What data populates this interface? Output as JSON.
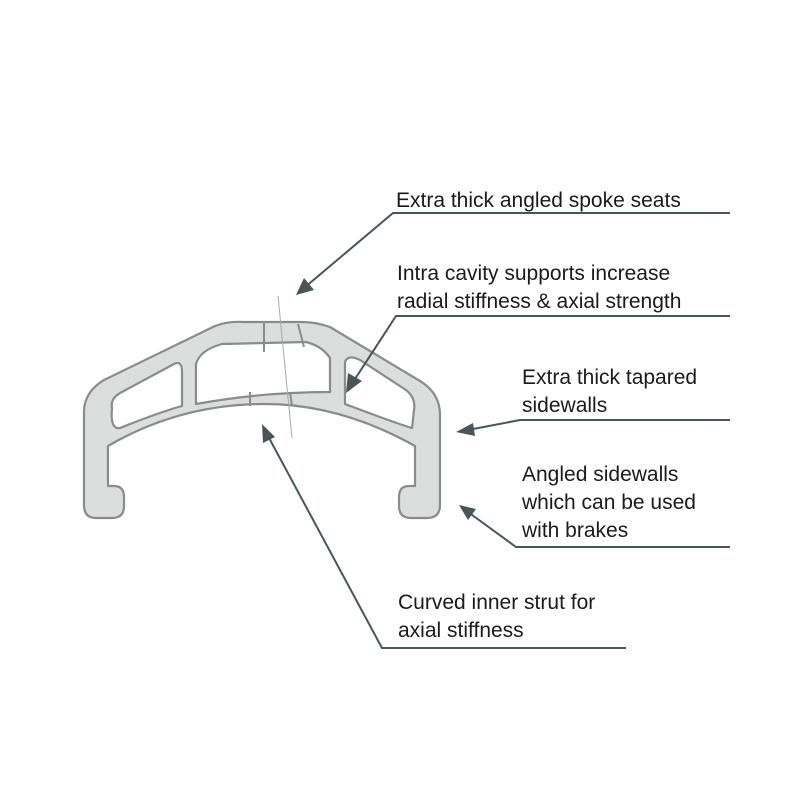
{
  "callouts": [
    {
      "id": "spoke-seats",
      "lines": [
        "Extra thick angled spoke seats"
      ]
    },
    {
      "id": "cavity-supports",
      "lines": [
        "Intra cavity supports increase",
        "radial stiffness & axial strength"
      ]
    },
    {
      "id": "tapered-sidewalls",
      "lines": [
        "Extra thick tapared",
        "sidewalls"
      ]
    },
    {
      "id": "angled-sidewalls",
      "lines": [
        "Angled sidewalls",
        "which can be used",
        "with brakes"
      ]
    },
    {
      "id": "inner-strut",
      "lines": [
        "Curved inner strut for",
        "axial stiffness"
      ]
    }
  ],
  "colors": {
    "rim_fill": "#dcdddd",
    "rim_outline": "#8a8c8c",
    "leader": "#4a5556",
    "text": "#1a1a1a"
  }
}
